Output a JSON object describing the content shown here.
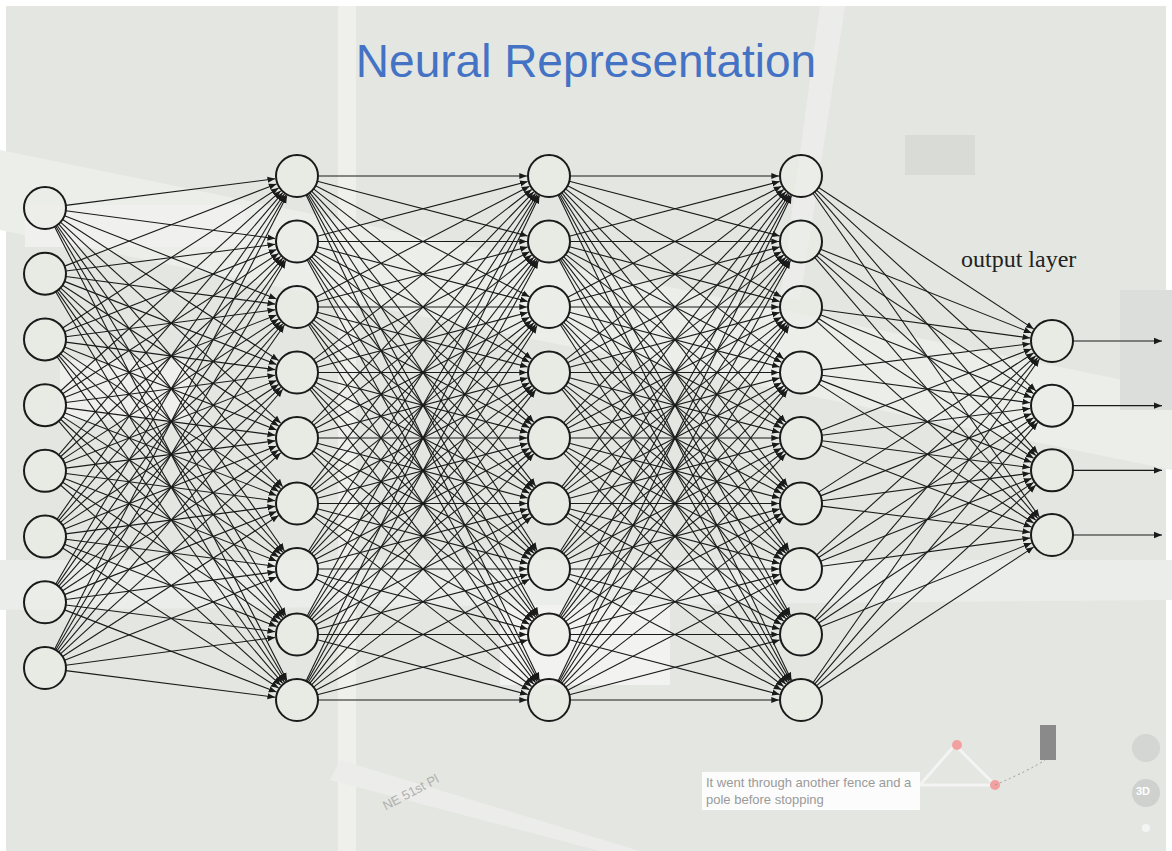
{
  "diagram": {
    "title": "Neural Representation",
    "labels": [
      "output layer",
      "It went through another fence and a pole before stopping",
      "NE 51st Pl",
      "3D"
    ]
  }
}
